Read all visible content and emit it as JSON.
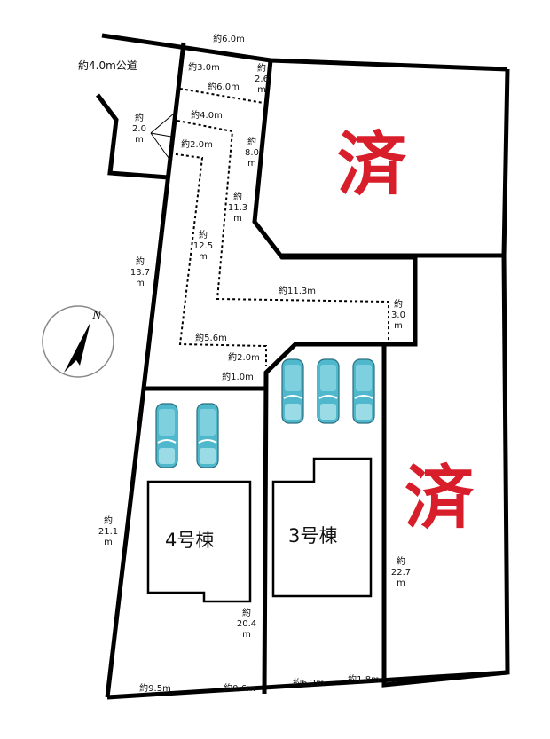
{
  "road_label": "約4.0m公道",
  "sold_mark": "済",
  "buildings": {
    "lot4": "4号棟",
    "lot3": "3号棟"
  },
  "compass": {
    "north": "N"
  },
  "car_color": "#4fb8cc",
  "sold_color": "#d81e2a",
  "dimensions": [
    {
      "lines": [
        "約6.0m"
      ]
    },
    {
      "lines": [
        "約3.0m"
      ]
    },
    {
      "lines": [
        "約",
        "2.6",
        "m"
      ]
    },
    {
      "lines": [
        "約6.0m"
      ]
    },
    {
      "lines": [
        "約4.0m"
      ]
    },
    {
      "lines": [
        "約",
        "2.0",
        "m"
      ]
    },
    {
      "lines": [
        "約2.0m"
      ]
    },
    {
      "lines": [
        "約",
        "8.0",
        "m"
      ]
    },
    {
      "lines": [
        "約",
        "11.3",
        "m"
      ]
    },
    {
      "lines": [
        "約",
        "12.5",
        "m"
      ]
    },
    {
      "lines": [
        "約",
        "13.7",
        "m"
      ]
    },
    {
      "lines": [
        "約11.3m"
      ]
    },
    {
      "lines": [
        "約",
        "3.0",
        "m"
      ]
    },
    {
      "lines": [
        "約5.6m"
      ]
    },
    {
      "lines": [
        "約2.0m"
      ]
    },
    {
      "lines": [
        "約1.0m"
      ]
    },
    {
      "lines": [
        "約",
        "21.1",
        "m"
      ]
    },
    {
      "lines": [
        "約",
        "22.7",
        "m"
      ]
    },
    {
      "lines": [
        "約",
        "20.4",
        "m"
      ]
    },
    {
      "lines": [
        "約9.5m"
      ]
    },
    {
      "lines": [
        "約0.6m"
      ]
    },
    {
      "lines": [
        "約6.2m"
      ]
    },
    {
      "lines": [
        "約1.8m"
      ]
    }
  ]
}
